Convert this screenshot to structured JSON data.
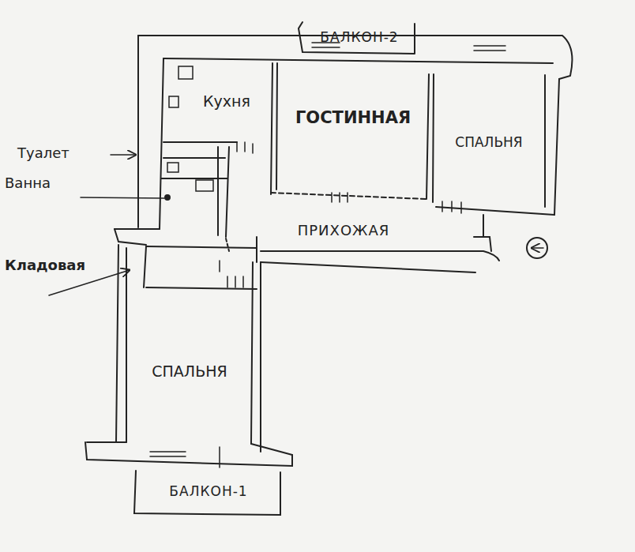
{
  "diagram": {
    "nodes": [
      {
        "text": [
          "БАЛКОН-2"
        ]
      },
      {
        "text": [
          "Кухня"
        ]
      },
      {
        "text": [
          "ГОСТИННАЯ"
        ]
      },
      {
        "text": [
          "СПАЛЬНЯ"
        ]
      },
      {
        "text": [
          "ПРИХОЖАЯ"
        ]
      },
      {
        "text": [
          "СПАЛЬНЯ"
        ]
      },
      {
        "text": [
          "БАЛКОН-1"
        ]
      }
    ],
    "labels": [
      "Туалет",
      "Ванна",
      "Кладовая"
    ]
  }
}
